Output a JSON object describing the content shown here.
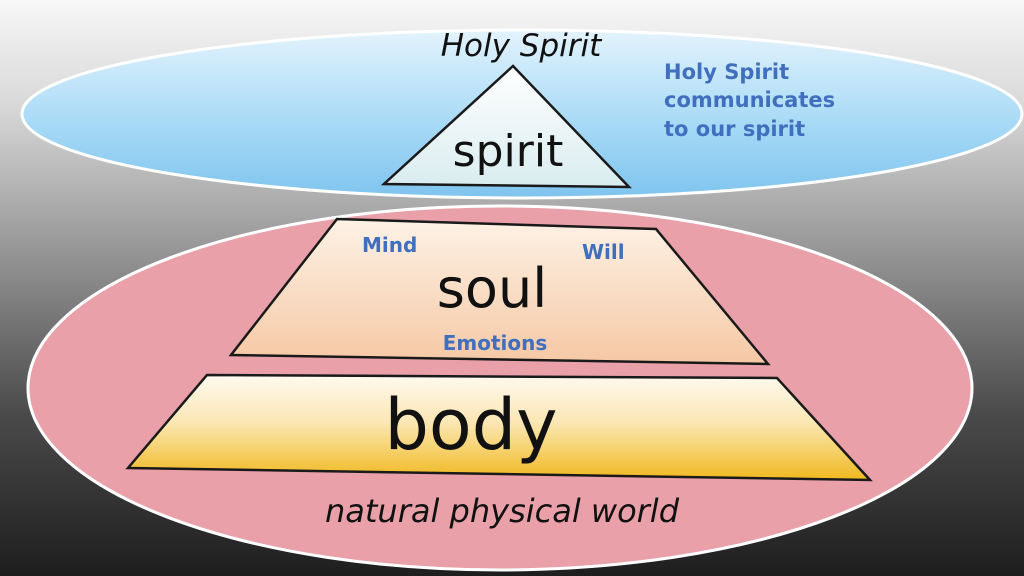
{
  "spirit_realm": {
    "title": "Holy Spirit",
    "note_lines": [
      "Holy Spirit",
      "communicates",
      "to our spirit"
    ]
  },
  "layers": {
    "spirit": "spirit",
    "soul": "soul",
    "body": "body"
  },
  "soul_parts": {
    "mind": "Mind",
    "will": "Will",
    "emotions": "Emotions"
  },
  "natural_realm": {
    "title": "natural physical world"
  },
  "colors": {
    "spirit_ellipse": "#9fd3f3",
    "natural_ellipse": "#e9a0a8",
    "text_blue": "#3f6fbe"
  }
}
